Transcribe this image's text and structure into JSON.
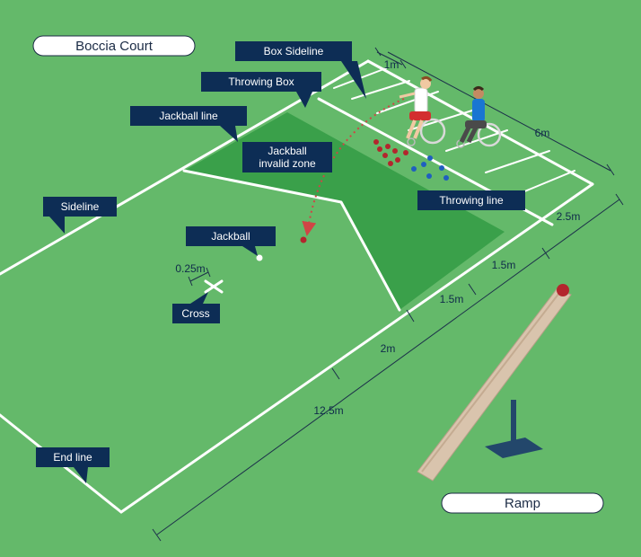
{
  "title": "Boccia Court",
  "colors": {
    "grass": "#64b96a",
    "zone": "#3aa04a",
    "line": "#ffffff",
    "label_bg": "#0d2d55",
    "dim_line": "#1b2f4a",
    "red_ball": "#b3262d",
    "blue_ball": "#1f5fbf",
    "ramp": "#d9c4ad"
  },
  "labels": {
    "box_sideline": "Box Sideline",
    "throwing_box": "Throwing Box",
    "jackball_line": "Jackball line",
    "invalid_zone_1": "Jackball",
    "invalid_zone_2": "invalid zone",
    "sideline": "Sideline",
    "jackball": "Jackball",
    "throwing_line": "Throwing line",
    "cross": "Cross",
    "end_line": "End line",
    "ramp": "Ramp"
  },
  "dimensions": {
    "box_width": "1m",
    "court_width": "6m",
    "box_depth": "2.5m",
    "first_gap": "1.5m",
    "second_gap": "1.5m",
    "cross_offset": "0.25m",
    "zone_gap": "2m",
    "court_length": "12.5m"
  },
  "icons": {
    "players": "wheelchair-player-icon",
    "ramp": "ramp-icon",
    "cross": "cross-mark-icon"
  }
}
